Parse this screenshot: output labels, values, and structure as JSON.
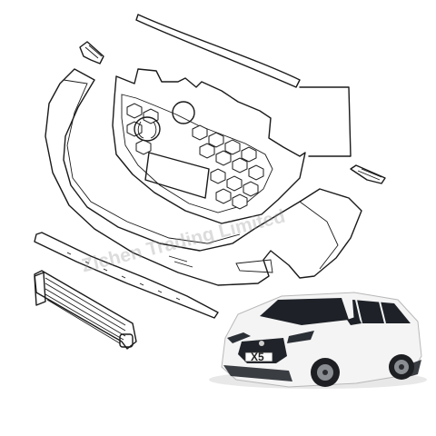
{
  "watermark": {
    "text": "Zichen Trading Limited"
  },
  "car": {
    "plate": "X5",
    "body_color": "#f4f4f4",
    "window_color": "#1e2228"
  },
  "colors": {
    "outline": "#1a1a1a",
    "background": "#ffffff"
  },
  "parts": [
    {
      "name": "bumper-top-trim-strip",
      "icon": "strip-outline"
    },
    {
      "name": "left-bracket",
      "icon": "bracket-outline"
    },
    {
      "name": "right-bracket",
      "icon": "bracket-outline"
    },
    {
      "name": "front-grille",
      "icon": "grille-outline"
    },
    {
      "name": "front-bumper-cover",
      "icon": "bumper-outline"
    },
    {
      "name": "lower-lip-spoiler",
      "icon": "lip-outline"
    },
    {
      "name": "intercooler",
      "icon": "intercooler-outline"
    }
  ]
}
